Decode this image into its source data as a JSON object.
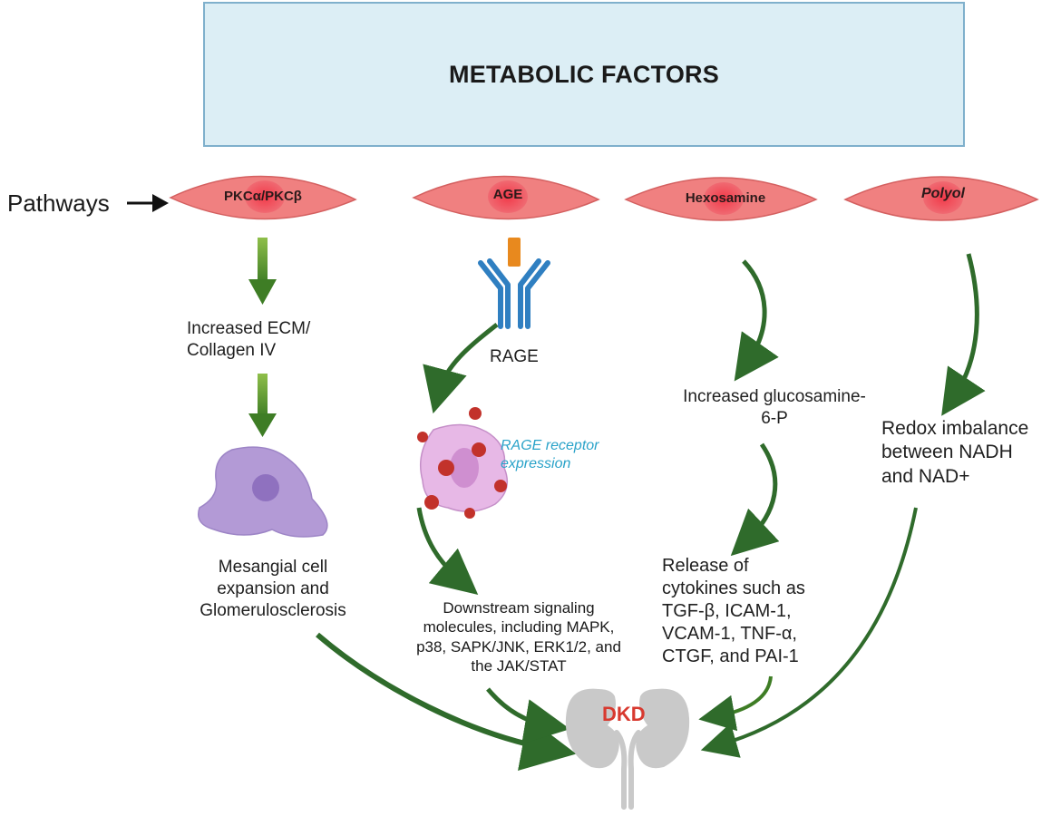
{
  "header": {
    "title": "METABOLIC FACTORS"
  },
  "pathways_label": "Pathways",
  "nodes": {
    "pkc": "PKCα/PKCβ",
    "age": "AGE",
    "hexosamine": "Hexosamine",
    "polyol": "Polyol"
  },
  "pkc_branch": {
    "ecm": "Increased ECM/\nCollagen IV",
    "mesangial": "Mesangial cell\nexpansion and\nGlomerulosclerosis"
  },
  "age_branch": {
    "rage": "RAGE",
    "rage_expression": "RAGE receptor\nexpression",
    "downstream": "Downstream signaling\nmolecules, including MAPK,\np38, SAPK/JNK, ERK1/2, and\nthe JAK/STAT"
  },
  "hexosamine_branch": {
    "glucosamine": "Increased glucosamine-\n6-P",
    "cytokines": "Release of\ncytokines such as\nTGF-β, ICAM-1,\nVCAM-1, TNF-α,\nCTGF, and PAI-1"
  },
  "polyol_branch": {
    "redox": "Redox imbalance\nbetween NADH\nand NAD+"
  },
  "outcome": {
    "label": "DKD"
  },
  "colors": {
    "header_fill": "#dceef5",
    "header_border": "#7fb0cc",
    "node_fill": "#f08080",
    "node_core": "#f4505a",
    "arrow_green": "#3e7d25",
    "arrow_dark_green": "#2f6b2b",
    "rage_blue": "#2f7fc1",
    "rage_ligand": "#e8891e",
    "rage_text": "#2aa3c9",
    "mesangial_cell": "#b39ad6",
    "kidney": "#c9c9c9",
    "dkd_red": "#d8392f"
  }
}
